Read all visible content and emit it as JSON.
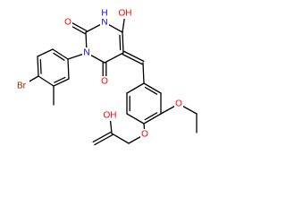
{
  "structure": {
    "kind": "skeletal-formula",
    "atom_labels": [
      {
        "text": "Br",
        "color": "#8b2500"
      },
      {
        "text": "N",
        "color": "#0000ff"
      },
      {
        "text": "N",
        "color": "#0000ff"
      },
      {
        "text": "H",
        "color": "#0000ff"
      },
      {
        "text": "O",
        "color": "#ff0000"
      },
      {
        "text": "O",
        "color": "#ff0000"
      },
      {
        "text": "OH",
        "color": "#ff0000"
      },
      {
        "text": "O",
        "color": "#ff0000"
      },
      {
        "text": "O",
        "color": "#ff0000"
      },
      {
        "text": "OH",
        "color": "#ff0000"
      }
    ]
  }
}
